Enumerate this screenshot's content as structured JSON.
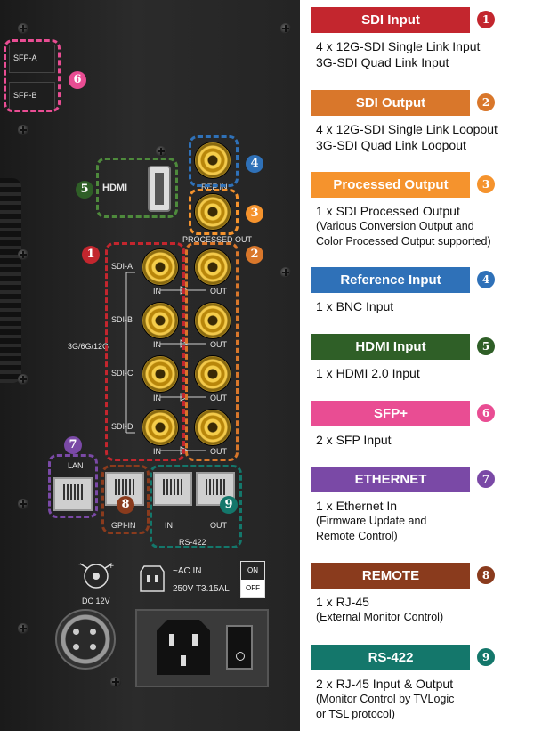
{
  "colors": {
    "sdi_input": "#c3262e",
    "sdi_output": "#d9772b",
    "processed_output": "#f5932d",
    "reference_input": "#2f71b8",
    "hdmi_input": "#2f5f27",
    "sfp": "#e94d93",
    "ethernet": "#7a49a6",
    "remote": "#8a3b1d",
    "rs422": "#14776b"
  },
  "panel": {
    "sfp_a": "SFP-A",
    "sfp_b": "SFP-B",
    "hdmi_logo": "HDMI",
    "ref_in": "REF IN",
    "processed_out": "PROCESSED OUT",
    "sdi_a": "SDI-A",
    "sdi_b": "SDI-B",
    "sdi_c": "SDI-C",
    "sdi_d": "SDI-D",
    "in": "IN",
    "out": "OUT",
    "sdi_rate": "3G/6G/12G",
    "lan": "LAN",
    "gpi_in": "GPI-IN",
    "rs422_in": "IN",
    "rs422_out": "OUT",
    "rs422": "RS-422",
    "dc": "DC 12V",
    "ac_in": "~AC IN",
    "fuse": "250V T3.15AL",
    "on": "ON",
    "off": "OFF"
  },
  "legend": [
    {
      "title": "SDI Input",
      "num": "1",
      "lines": [
        "4 x 12G-SDI Single Link Input",
        "3G-SDI Quad Link Input"
      ],
      "sub": []
    },
    {
      "title": "SDI Output",
      "num": "2",
      "lines": [
        "4 x 12G-SDI Single Link Loopout",
        "3G-SDI Quad Link Loopout"
      ],
      "sub": []
    },
    {
      "title": "Processed Output",
      "num": "3",
      "lines": [
        "1 x SDI Processed Output"
      ],
      "sub": [
        "(Various Conversion Output and",
        "Color Processed Output supported)"
      ]
    },
    {
      "title": "Reference Input",
      "num": "4",
      "lines": [
        "1 x BNC Input"
      ],
      "sub": []
    },
    {
      "title": "HDMI Input",
      "num": "5",
      "lines": [
        "1 x HDMI 2.0 Input"
      ],
      "sub": []
    },
    {
      "title": "SFP+",
      "num": "6",
      "lines": [
        "2 x SFP Input"
      ],
      "sub": []
    },
    {
      "title": "ETHERNET",
      "num": "7",
      "lines": [
        "1 x Ethernet In"
      ],
      "sub": [
        "(Firmware Update and",
        "Remote Control)"
      ]
    },
    {
      "title": "REMOTE",
      "num": "8",
      "lines": [
        "1 x RJ-45"
      ],
      "sub": [
        "(External Monitor Control)"
      ]
    },
    {
      "title": "RS-422",
      "num": "9",
      "lines": [
        "2 x RJ-45 Input & Output"
      ],
      "sub": [
        "(Monitor Control by TVLogic",
        "or TSL protocol)"
      ]
    }
  ]
}
